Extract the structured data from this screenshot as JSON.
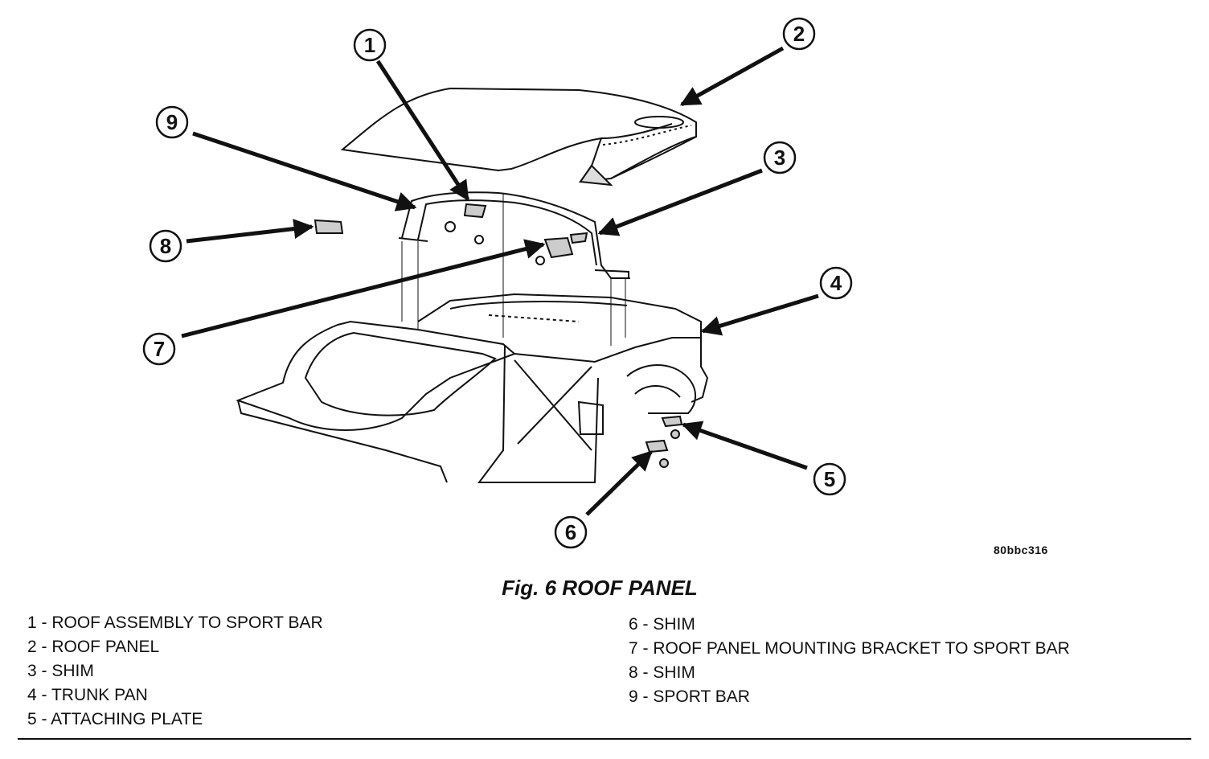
{
  "figure": {
    "code": "80bbc316",
    "title": "Fig. 6 ROOF PANEL"
  },
  "callouts": [
    "1",
    "2",
    "3",
    "4",
    "5",
    "6",
    "7",
    "8",
    "9"
  ],
  "legend": {
    "left": [
      "1 - ROOF ASSEMBLY TO SPORT BAR",
      "2 - ROOF PANEL",
      "3 - SHIM",
      "4 - TRUNK PAN",
      "5 - ATTACHING PLATE"
    ],
    "right": [
      "6 - SHIM",
      "7 - ROOF PANEL MOUNTING BRACKET TO SPORT BAR",
      "8 - SHIM",
      "9 - SPORT BAR"
    ]
  }
}
